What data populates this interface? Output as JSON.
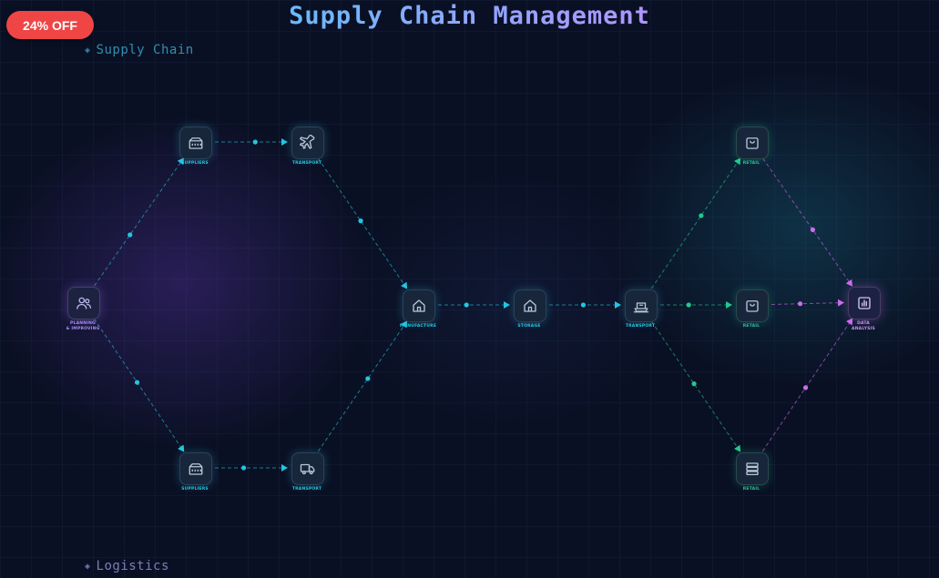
{
  "header": {
    "title": "Supply Chain Management",
    "badge": "24% OFF"
  },
  "sections": {
    "top": "Supply Chain",
    "bottom": "Logistics",
    "marker": "◈"
  },
  "colors": {
    "cyan": "#22c7e0",
    "green": "#22c98e",
    "magenta": "#d06bf0",
    "badge": "#ef4545"
  },
  "nodes": {
    "planning": {
      "label_line1": "PLANNING",
      "label_line2": "& IMPROVING",
      "icon": "users-icon"
    },
    "supplier_top": {
      "label": "SUPPLIERS",
      "icon": "factory-icon"
    },
    "transport_air": {
      "label": "TRANSPORT",
      "icon": "airplane-icon"
    },
    "supplier_bot": {
      "label": "SUPPLIERS",
      "icon": "factory-icon"
    },
    "transport_truck": {
      "label": "TRANSPORT",
      "icon": "truck-icon"
    },
    "manufacture": {
      "label": "MANUFACTURE",
      "icon": "home-icon"
    },
    "storage": {
      "label": "STORAGE",
      "icon": "home-icon"
    },
    "transport_ship": {
      "label": "TRANSPORT",
      "icon": "ship-icon"
    },
    "retail_top": {
      "label": "RETAIL",
      "icon": "shopping-bag-icon"
    },
    "retail_mid": {
      "label": "RETAIL",
      "icon": "shopping-bag-icon"
    },
    "retail_bot": {
      "label": "RETAIL",
      "icon": "server-stack-icon"
    },
    "analysis": {
      "label_line1": "DATA",
      "label_line2": "ANALYSIS",
      "icon": "bar-chart-icon"
    }
  },
  "links": [
    {
      "from": "planning",
      "to": "supplier_top",
      "color": "cyan"
    },
    {
      "from": "planning",
      "to": "supplier_bot",
      "color": "cyan"
    },
    {
      "from": "supplier_top",
      "to": "transport_air",
      "color": "cyan"
    },
    {
      "from": "supplier_bot",
      "to": "transport_truck",
      "color": "cyan"
    },
    {
      "from": "transport_air",
      "to": "manufacture",
      "color": "cyan"
    },
    {
      "from": "transport_truck",
      "to": "manufacture",
      "color": "cyan"
    },
    {
      "from": "manufacture",
      "to": "storage",
      "color": "cyan"
    },
    {
      "from": "storage",
      "to": "transport_ship",
      "color": "cyan"
    },
    {
      "from": "transport_ship",
      "to": "retail_top",
      "color": "green"
    },
    {
      "from": "transport_ship",
      "to": "retail_mid",
      "color": "green"
    },
    {
      "from": "transport_ship",
      "to": "retail_bot",
      "color": "green"
    },
    {
      "from": "retail_top",
      "to": "analysis",
      "color": "magenta"
    },
    {
      "from": "retail_mid",
      "to": "analysis",
      "color": "magenta"
    },
    {
      "from": "retail_bot",
      "to": "analysis",
      "color": "magenta"
    }
  ]
}
